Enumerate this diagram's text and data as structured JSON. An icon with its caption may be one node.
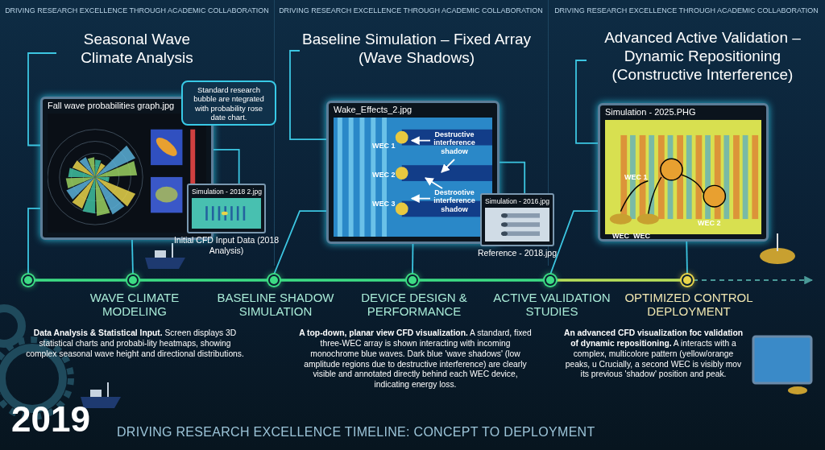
{
  "diagram": {
    "caption": "DRIVING RESEARCH EXCELLENCE TIMELINE: CONCEPT TO DEPLOYMENT",
    "nodes": [
      {
        "text": [
          "Seasonal Wave Climate Analysis"
        ]
      },
      {
        "text": [
          "Fall wave probabilities graph.jpg"
        ]
      },
      {
        "text": [
          "Standard research bubble are ntegrated with probability rose date chart."
        ]
      },
      {
        "text": [
          "Simulation - 2018 2.jpg"
        ],
        "beside": [
          "Initial CFD Input Data (2018 Analysis)"
        ]
      },
      {
        "text": [
          "Baseline Simulation – Fixed Array (Wave Shadows)"
        ]
      },
      {
        "text": [
          "Wake_Effects_2.jpg"
        ]
      },
      {
        "text": [
          "Destructive interference shadow"
        ],
        "in": 5
      },
      {
        "text": [
          "Destrootive interference shadow"
        ],
        "in": 5
      },
      {
        "text": [
          "Simulation - 2016.jpg"
        ],
        "beside": [
          "Reference - 2018.jpg"
        ]
      },
      {
        "text": [
          "Advanced Active Validation – Dynamic Repositioning (Constructive Interference)"
        ]
      },
      {
        "text": [
          "Simulation - 2025.PHG"
        ]
      },
      {
        "text": [],
        "shape": "circle"
      },
      {
        "text": [],
        "shape": "circle",
        "beside": [
          "WAVE CLIMATE MODELING"
        ]
      },
      {
        "text": [],
        "shape": "circle",
        "beside": [
          "BASELINE SHADOW SIMULATION"
        ]
      },
      {
        "text": [],
        "shape": "circle",
        "beside": [
          "DEVICE DESIGN & PERFORMANCE"
        ]
      },
      {
        "text": [],
        "shape": "circle",
        "beside": [
          "ACTIVE VALIDATION STUDIES"
        ]
      },
      {
        "text": [],
        "shape": "circle",
        "beside": [
          "OPTIMIZED CONTROL DEPLOYMENT"
        ]
      }
    ],
    "edges": [
      {
        "from": 0,
        "to": 1,
        "arrow": "none"
      },
      {
        "from": 1,
        "to": 11,
        "arrow": "none"
      },
      {
        "from": 1,
        "to": 12,
        "arrow": "none"
      },
      {
        "from": 1,
        "to": 3,
        "arrow": "none"
      },
      {
        "from": 4,
        "to": 5,
        "arrow": "none"
      },
      {
        "from": 5,
        "to": 13,
        "arrow": "none"
      },
      {
        "from": 5,
        "to": 14,
        "arrow": "none"
      },
      {
        "from": 5,
        "to": 8,
        "arrow": "none"
      },
      {
        "from": 6,
        "to": null,
        "arrow": "to",
        "color": "#ffffff"
      },
      {
        "from": 6,
        "to": null,
        "arrow": "to",
        "color": "#ffffff"
      },
      {
        "from": 7,
        "to": null,
        "arrow": "to",
        "color": "#ffffff"
      },
      {
        "from": 7,
        "to": null,
        "arrow": "to",
        "color": "#ffffff"
      },
      {
        "from": 9,
        "to": 10,
        "arrow": "none"
      },
      {
        "from": 10,
        "to": 15,
        "arrow": "none"
      },
      {
        "from": 10,
        "to": 16,
        "arrow": "none"
      },
      {
        "from": 11,
        "to": 12,
        "arrow": "none",
        "style": "thick",
        "color": "#3ddc84"
      },
      {
        "from": 12,
        "to": 13,
        "arrow": "none",
        "style": "thick",
        "color": "#3ddc84"
      },
      {
        "from": 13,
        "to": 14,
        "arrow": "none",
        "style": "thick",
        "color": "#3ddc84"
      },
      {
        "from": 14,
        "to": 15,
        "arrow": "none",
        "style": "thick",
        "color": "#3ddc84"
      },
      {
        "from": 15,
        "to": 16,
        "arrow": "none",
        "style": "thick",
        "color": "#b8e05a"
      },
      {
        "from": 16,
        "to": null,
        "arrow": "to",
        "style": "dashed",
        "color": "#4a9a98"
      }
    ],
    "labels": [
      "DRIVING RESEARCH EXCELLENCE THROUGH ACADEMIC COLLABORATION",
      "DRIVING RESEARCH EXCELLENCE THROUGH ACADEMIC COLLABORATION",
      "DRIVING RESEARCH EXCELLENCE THROUGH ACADEMIC COLLABORATION",
      "WEC 1",
      "WEC 2",
      "WEC 3",
      "WEC 1",
      "WEC 2",
      "WEC",
      "WEC",
      "**Data Analysis & Statistical Input.** Screen displays 3D statistical charts and probabi-lity heatmaps, showing complex seasonal wave height and directional distributions.",
      "**A top-down, planar view CFD visualization.** A standard, fixed three-WEC array is shown interacting with incoming monochrome blue waves. Dark blue 'wave shadows' (low amplitude regions due to destructive interference) are clearly visible and annotated directly behind each WEC device, indicating energy loss.",
      "**An advanced CFD visualization foc validation of dynamic repositioning.** A interacts with a complex, multicolore pattern (yellow/orange peaks, u Crucially, a second WEC is visibly mov its previous 'shadow' position and peak.",
      "2019"
    ]
  }
}
